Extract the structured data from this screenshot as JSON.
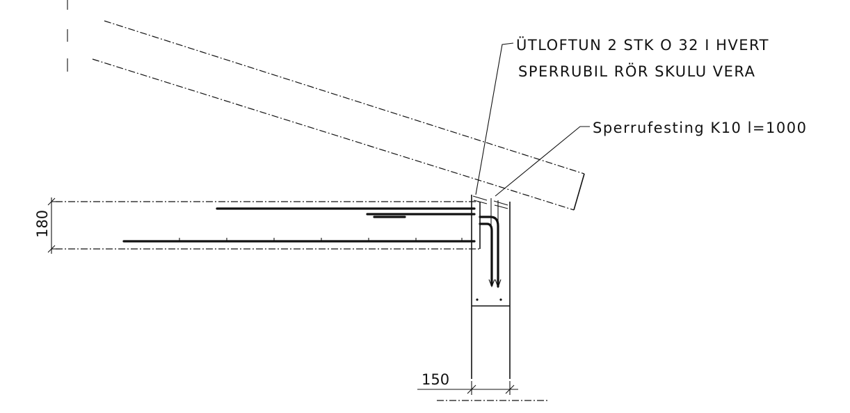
{
  "annotations": {
    "note_line1": "ÜTLOFTUN 2 STK O 32 I HVERT",
    "note_line2": "SPERRUBIL RÖR SKULU VERA",
    "fastening": "Sperrufesting K10 l=1000"
  },
  "dimensions": {
    "slab_thickness": "180",
    "wall_thickness": "150"
  }
}
